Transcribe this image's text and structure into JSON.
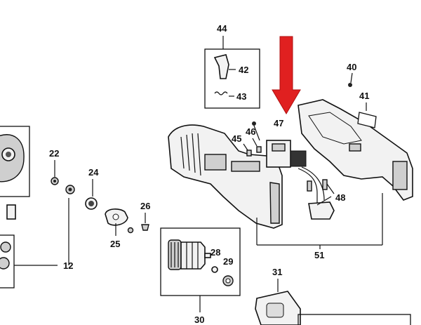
{
  "diagram": {
    "labels": {
      "p22": "22",
      "p24": "24",
      "p25": "25",
      "p26": "26",
      "p12": "12",
      "p30": "30",
      "p28": "28",
      "p29": "29",
      "p31": "31",
      "p44": "44",
      "p42": "42",
      "p43": "43",
      "p45": "45",
      "p46": "46",
      "p47": "47",
      "p48": "48",
      "p40": "40",
      "p41": "41",
      "p51": "51"
    },
    "colors": {
      "arrow": "#e02020",
      "ink": "#111111"
    }
  }
}
